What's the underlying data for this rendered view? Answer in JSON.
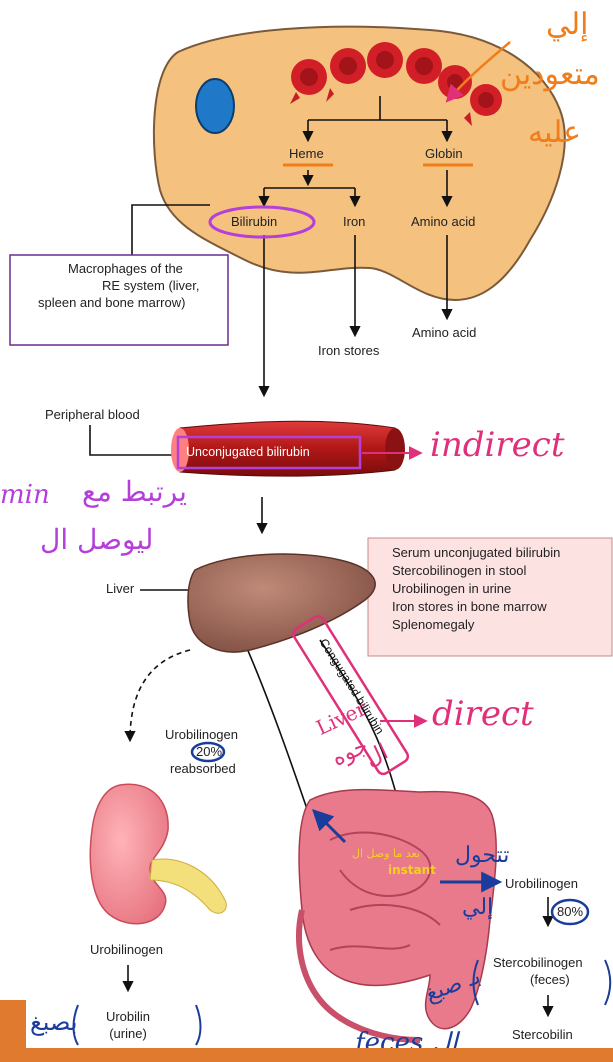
{
  "cell": {
    "heme": "Heme",
    "globin": "Globin",
    "bilirubin": "Bilirubin",
    "iron": "Iron",
    "amino_acid_1": "Amino acid",
    "amino_acid_2": "Amino acid",
    "iron_stores": "Iron stores"
  },
  "macrophage_box": {
    "line1": "Macrophages of the",
    "line2": "RE system (liver,",
    "line3": "spleen and bone marrow)"
  },
  "blood": {
    "peripheral_blood": "Peripheral blood",
    "unconjugated_bilirubin": "Unconjugated bilirubin"
  },
  "liver": {
    "label": "Liver",
    "conjugated_bilirubin": "Congugated bilirubin"
  },
  "effects_box": {
    "items": [
      "Serum unconjugated bilirubin",
      "Stercobilinogen in stool",
      "Urobilinogen in urine",
      "Iron stores in bone marrow",
      "Splenomegaly"
    ]
  },
  "kidney": {
    "urobilinogen_reabsorbed": "Urobilinogen",
    "percent_reabsorbed": "20%",
    "reabsorbed": "reabsorbed",
    "urobilinogen": "Urobilinogen",
    "urobilin": "Urobilin",
    "urine": "(urine)"
  },
  "intestine": {
    "urobilinogen": "Urobilinogen",
    "percent": "80%",
    "stercobilinogen": "Stercobilinogen",
    "feces": "(feces)",
    "stercobilin": "Stercobilin"
  },
  "annotations": {
    "top_right_1": "إلي",
    "top_right_2": "متعودين",
    "top_right_3": "عليه",
    "indirect": "indirect",
    "left_1": "يرتبط مع",
    "left_albumin": "min",
    "left_2": "ليوصل ال",
    "direct": "direct",
    "liver_note_1": "Liver",
    "liver_note_2": "ال",
    "liver_note_3": "جوه",
    "intestine_note": "بعد ما وصل ال",
    "instant": "instant",
    "convert_1": "تتحول",
    "convert_2": "إلي",
    "pigment_1": "بـ صبغ",
    "feces_label": "feces ال",
    "bottom_left": "بصبغ"
  },
  "colors": {
    "cell": "#f2c27a",
    "cell_stroke": "#7a5a3a",
    "orange_ink": "#f07d1a",
    "purple_ink": "#b53fd9",
    "pink_ink": "#e0307a",
    "blue_ink": "#1a3c9c",
    "footer": "#e07a2e"
  }
}
